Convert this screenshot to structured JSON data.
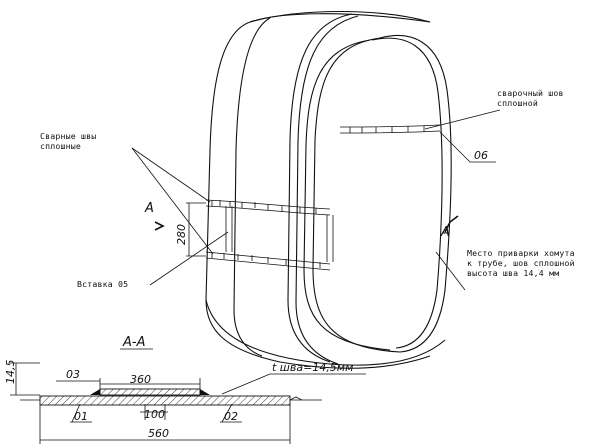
{
  "labels": {
    "weld_continuous": [
      "сварочный шов",
      "сплошной"
    ],
    "welds_continuous": [
      "Сварные швы",
      "сплошные"
    ],
    "part_06": "06",
    "section_mark_left": "А",
    "section_mark_right": "А",
    "dim_280": "280",
    "insert_05": "Вставка 05",
    "weld_place": [
      "Место приварки хомута",
      "к трубе, шов сплошной",
      "высота шва 14,4 мм"
    ]
  },
  "section": {
    "title": "А-А",
    "dim_14_5": "14,5",
    "dim_03": "03",
    "dim_360": "360",
    "weld_height": "t шва=14,5мм",
    "dim_01": "01",
    "dim_100": "100",
    "dim_02": "02",
    "dim_560": "560"
  }
}
